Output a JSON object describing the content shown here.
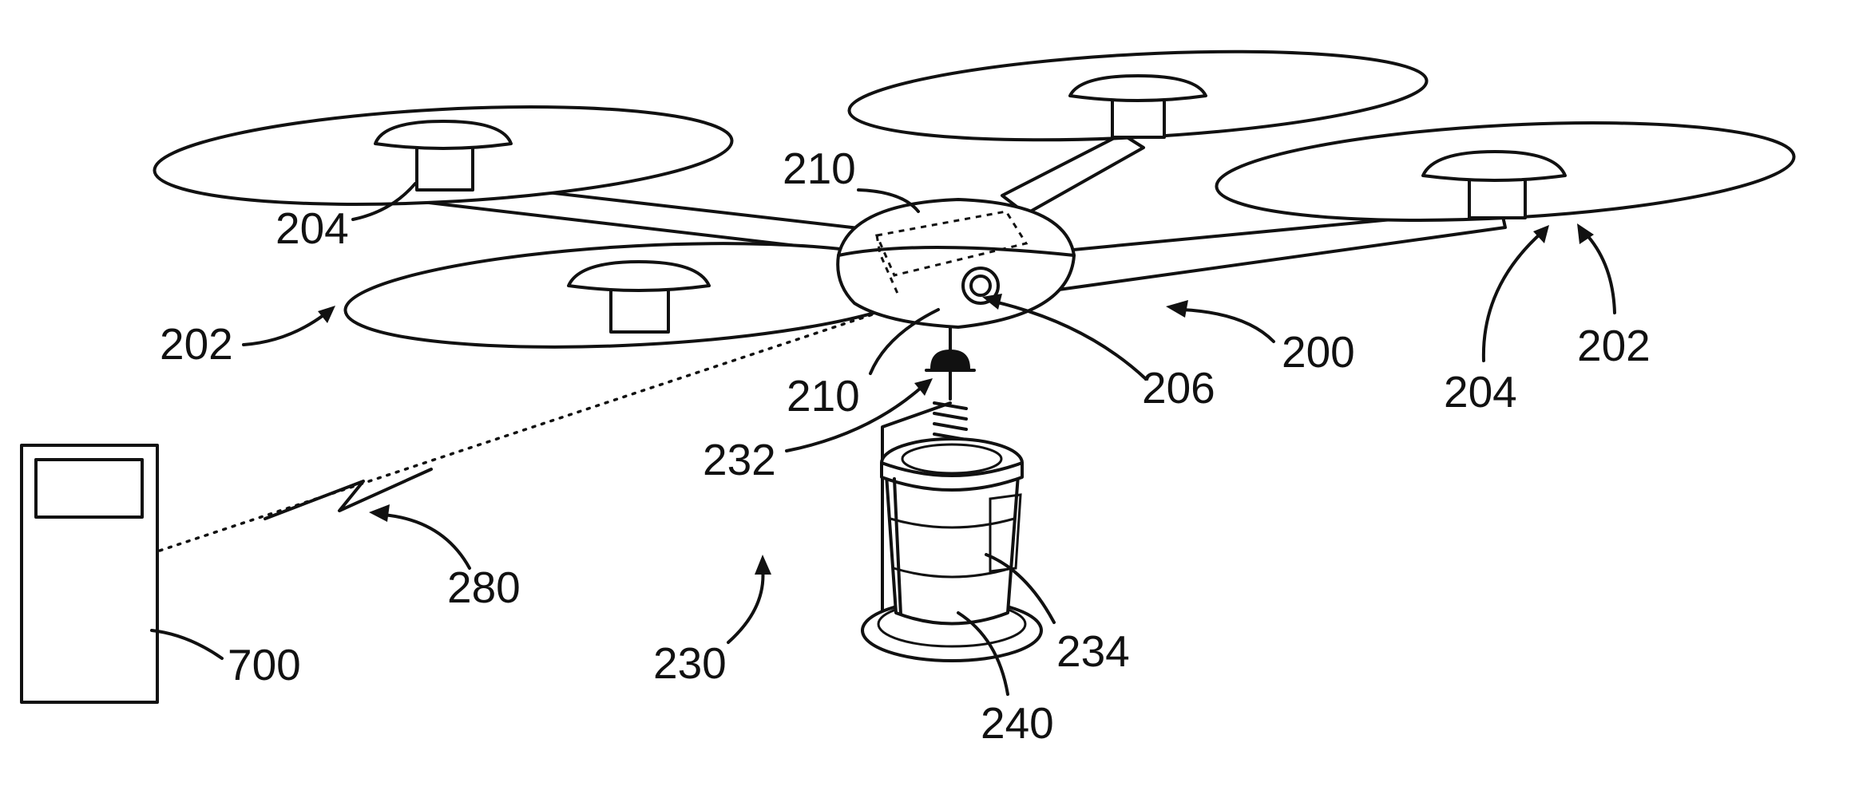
{
  "figure": {
    "labels": {
      "l200": "200",
      "l202_left": "202",
      "l202_right": "202",
      "l204_left": "204",
      "l204_right": "204",
      "l206": "206",
      "l210_top": "210",
      "l210_bottom": "210",
      "l230": "230",
      "l232": "232",
      "l234": "234",
      "l240": "240",
      "l280": "280",
      "l700": "700"
    }
  }
}
